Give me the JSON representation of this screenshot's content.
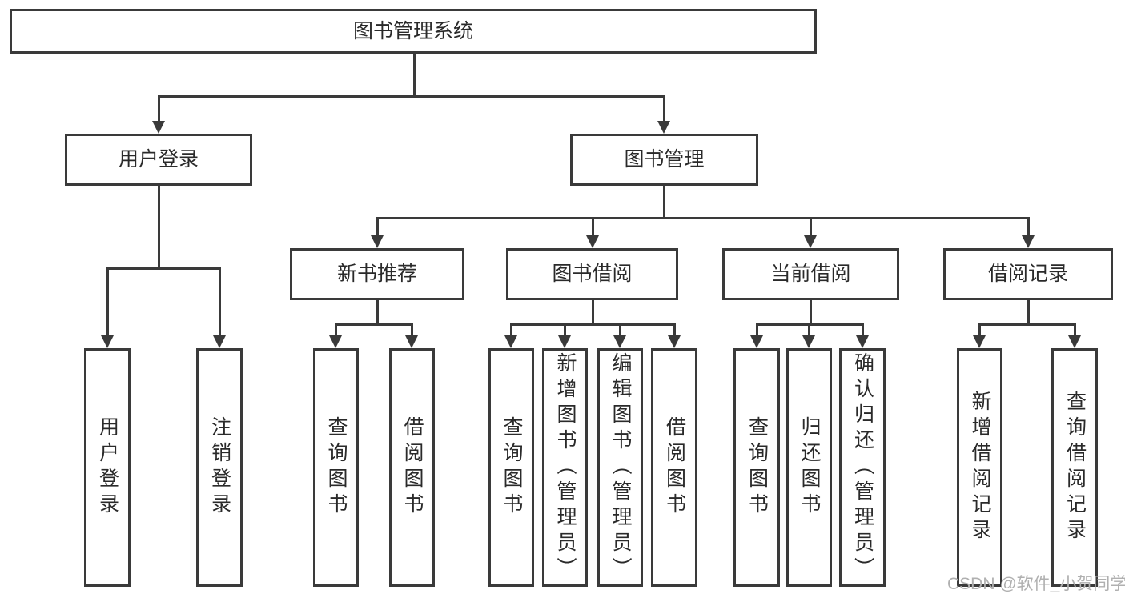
{
  "tree": {
    "root": {
      "label": "图书管理系统"
    },
    "user_login": {
      "label": "用户登录",
      "children": [
        {
          "label": "用户登录"
        },
        {
          "label": "注销登录"
        }
      ]
    },
    "book_management": {
      "label": "图书管理",
      "groups": [
        {
          "label": "新书推荐",
          "children": [
            {
              "label": "查询图书"
            },
            {
              "label": "借阅图书"
            }
          ]
        },
        {
          "label": "图书借阅",
          "children": [
            {
              "label": "查询图书"
            },
            {
              "label": "新增图书（管理员）"
            },
            {
              "label": "编辑图书（管理员）"
            },
            {
              "label": "借阅图书"
            }
          ]
        },
        {
          "label": "当前借阅",
          "children": [
            {
              "label": "查询图书"
            },
            {
              "label": "归还图书"
            },
            {
              "label": "确认归还（管理员）"
            }
          ]
        },
        {
          "label": "借阅记录",
          "children": [
            {
              "label": "新增借阅记录"
            },
            {
              "label": "查询借阅记录"
            }
          ]
        }
      ]
    }
  },
  "watermark": "CSDN @软件_小贺同学",
  "colors": {
    "line": "#3a3a3a",
    "text": "#2a2a2a",
    "watermark": "#b0b0b0",
    "background": "#ffffff"
  }
}
